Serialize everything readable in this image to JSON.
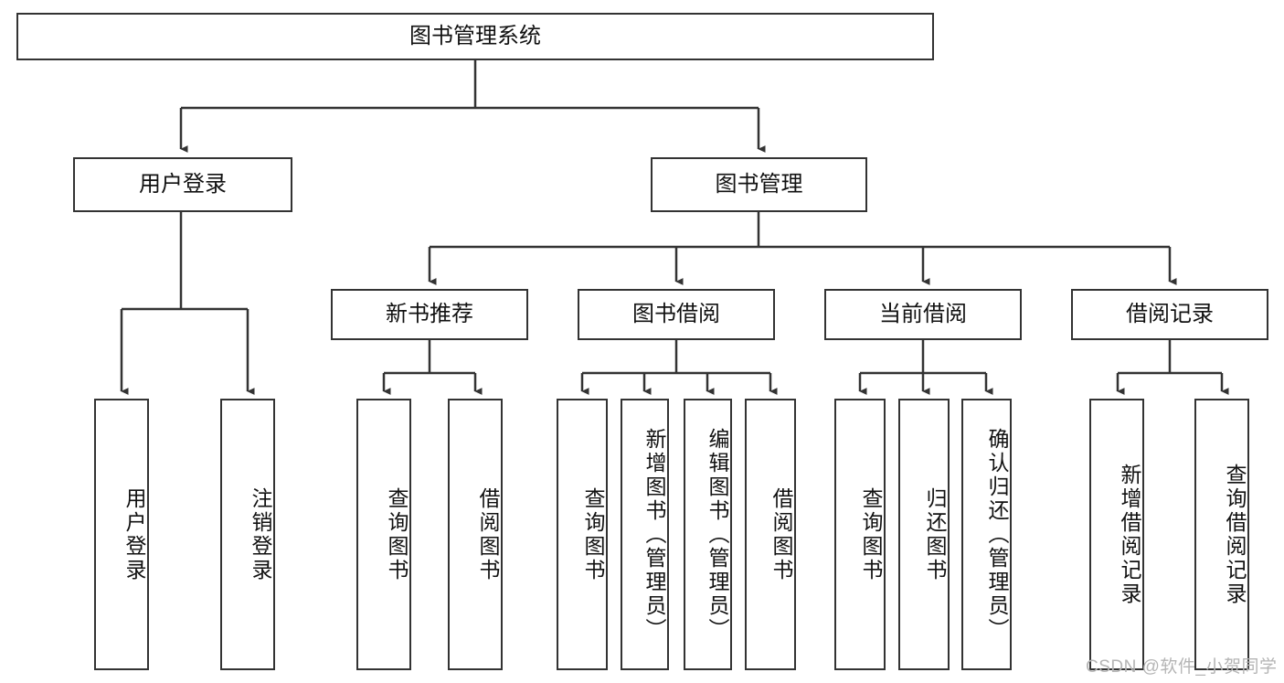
{
  "diagram": {
    "title_node": {
      "id": "root",
      "label": "图书管理系统",
      "orientation": "horizontal"
    },
    "level2": [
      {
        "id": "user-login",
        "label": "用户登录",
        "orientation": "horizontal"
      },
      {
        "id": "book-manage",
        "label": "图书管理",
        "orientation": "horizontal"
      }
    ],
    "level3": [
      {
        "id": "new-book-recommend",
        "label": "新书推荐",
        "orientation": "horizontal"
      },
      {
        "id": "book-borrow",
        "label": "图书借阅",
        "orientation": "horizontal"
      },
      {
        "id": "current-borrow",
        "label": "当前借阅",
        "orientation": "horizontal"
      },
      {
        "id": "borrow-record",
        "label": "借阅记录",
        "orientation": "horizontal"
      }
    ],
    "leaves": [
      {
        "id": "leaf-user-login",
        "label": "用户登录",
        "parent": "user-login",
        "orientation": "vertical"
      },
      {
        "id": "leaf-logout-login",
        "label": "注销登录",
        "parent": "user-login",
        "orientation": "vertical"
      },
      {
        "id": "leaf-query-book-1",
        "label": "查询图书",
        "parent": "new-book-recommend",
        "orientation": "vertical"
      },
      {
        "id": "leaf-borrow-book-1",
        "label": "借阅图书",
        "parent": "new-book-recommend",
        "orientation": "vertical"
      },
      {
        "id": "leaf-query-book-2",
        "label": "查询图书",
        "parent": "book-borrow",
        "orientation": "vertical"
      },
      {
        "id": "leaf-add-book",
        "label": "新增图书（管理员）",
        "parent": "book-borrow",
        "orientation": "vertical"
      },
      {
        "id": "leaf-edit-book",
        "label": "编辑图书（管理员）",
        "parent": "book-borrow",
        "orientation": "vertical"
      },
      {
        "id": "leaf-borrow-book-2",
        "label": "借阅图书",
        "parent": "book-borrow",
        "orientation": "vertical"
      },
      {
        "id": "leaf-query-book-3",
        "label": "查询图书",
        "parent": "current-borrow",
        "orientation": "vertical"
      },
      {
        "id": "leaf-return-book",
        "label": "归还图书",
        "parent": "current-borrow",
        "orientation": "vertical"
      },
      {
        "id": "leaf-confirm-return",
        "label": "确认归还（管理员）",
        "parent": "current-borrow",
        "orientation": "vertical"
      },
      {
        "id": "leaf-add-record",
        "label": "新增借阅记录",
        "parent": "borrow-record",
        "orientation": "vertical"
      },
      {
        "id": "leaf-query-record",
        "label": "查询借阅记录",
        "parent": "borrow-record",
        "orientation": "vertical"
      }
    ],
    "colors": {
      "stroke": "#333333",
      "fill": "#ffffff",
      "text": "#111111",
      "watermark": "#b5b5b5"
    }
  },
  "watermark": {
    "text": "CSDN @软件_小贺同学"
  }
}
